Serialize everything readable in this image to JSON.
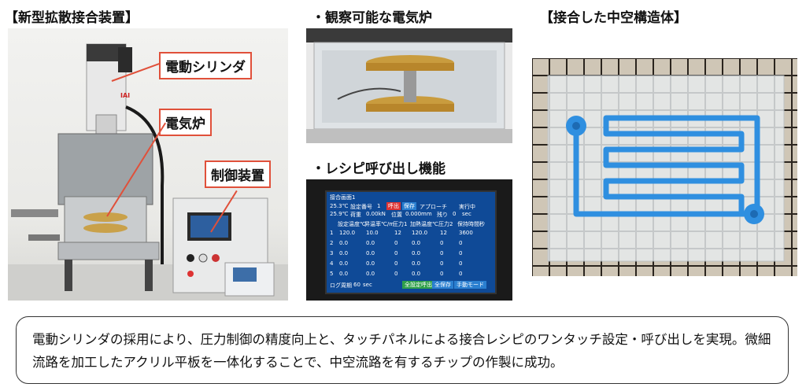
{
  "headings": {
    "left": "【新型拡散接合装置】",
    "middle_top": "・観察可能な電気炉",
    "middle_bottom": "・レシピ呼び出し機能",
    "right": "【接合した中空構造体】"
  },
  "callouts": {
    "cylinder": "電動シリンダ",
    "furnace": "電気炉",
    "controller": "制御装置"
  },
  "brand_mark": "IAI",
  "panel_screen": {
    "title": "接合画面1",
    "row_top": [
      "25.3℃",
      "設定番号",
      "1",
      "呼出",
      "保存",
      "アプローチ",
      "実行中"
    ],
    "row_mid": [
      "25.9℃",
      "荷重",
      "0.00kN",
      "位置",
      "0.000mm",
      "残り",
      "0",
      "sec"
    ],
    "headers": [
      "設定温度℃",
      "昇温率℃/m",
      "圧力1",
      "加熱温度℃",
      "圧力2",
      "保持時間秒"
    ],
    "rows": [
      [
        "1",
        "120.0",
        "10.0",
        "12",
        "120.0",
        "12",
        "3600"
      ],
      [
        "2",
        "0.0",
        "0.0",
        "0",
        "0.0",
        "0",
        "0"
      ],
      [
        "3",
        "0.0",
        "0.0",
        "0",
        "0.0",
        "0",
        "0"
      ],
      [
        "4",
        "0.0",
        "0.0",
        "0",
        "0.0",
        "0",
        "0"
      ],
      [
        "5",
        "0.0",
        "0.0",
        "0",
        "0.0",
        "0",
        "0"
      ]
    ],
    "footer_label": "ログ周期",
    "footer_value": "60",
    "footer_unit": "sec",
    "footer_buttons": [
      "全設定呼出",
      "全保存",
      "手動モード"
    ]
  },
  "caption_text": "電動シリンダの採用により、圧力制御の精度向上と、タッチパネルによる接合レシピのワンタッチ設定・呼び出しを実現。微細流路を加工したアクリル平板を一体化することで、中空流路を有するチップの作製に成功。",
  "colors": {
    "callout_border": "#e0503a",
    "channel_blue": "#2f8fe0",
    "screen_blue": "#0f4a97"
  }
}
